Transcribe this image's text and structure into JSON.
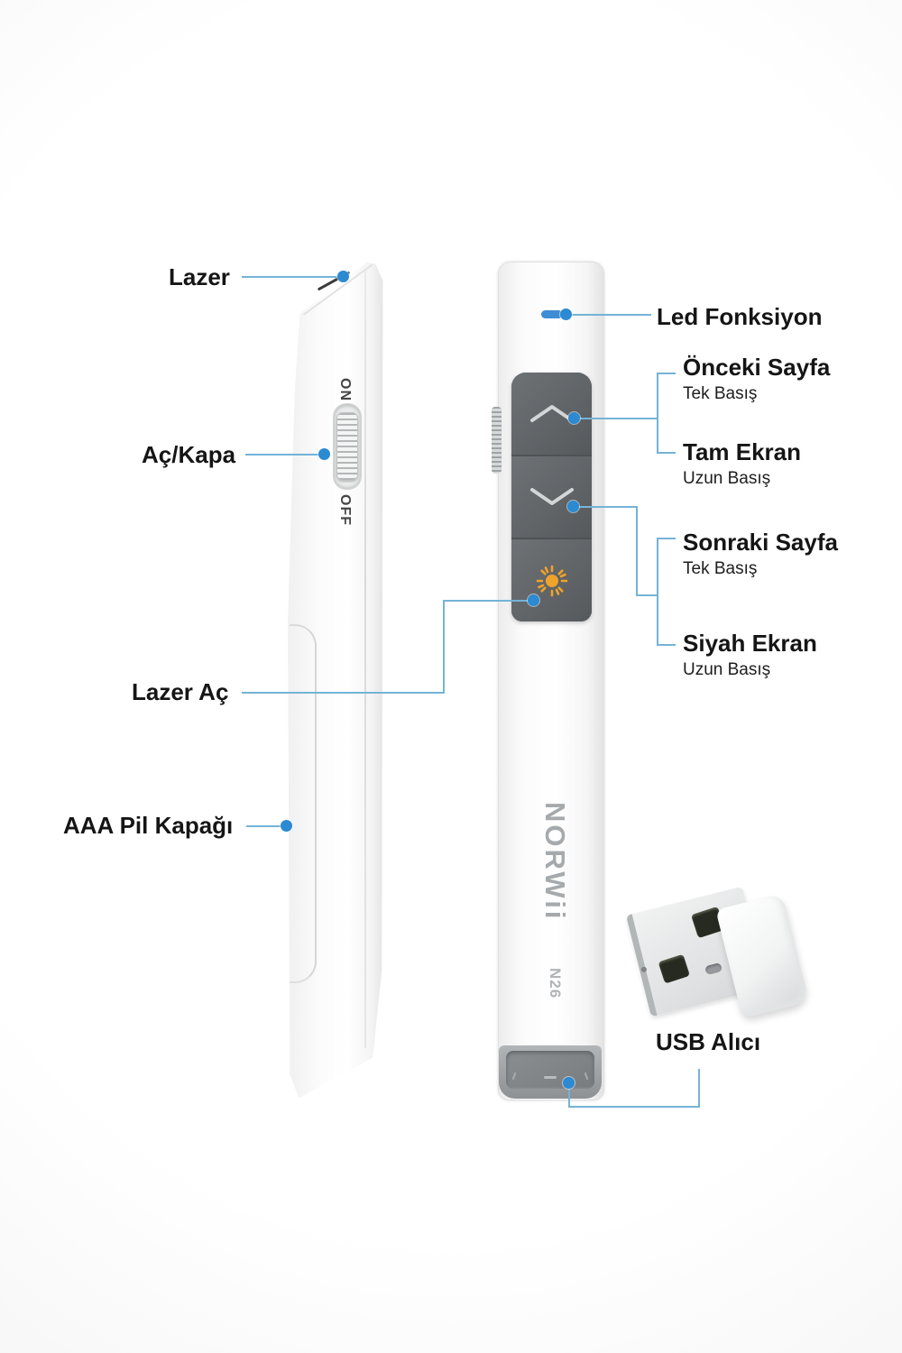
{
  "device": {
    "brand": "NORWii",
    "model": "N26",
    "switch_on_label": "ON",
    "switch_off_label": "OFF"
  },
  "callouts": {
    "laser": {
      "label": "Lazer"
    },
    "power": {
      "label": "Aç/Kapa"
    },
    "laser_button": {
      "label": "Lazer Aç"
    },
    "battery": {
      "label": "AAA Pil Kapağı"
    },
    "led": {
      "label": "Led Fonksiyon"
    },
    "previous_page": {
      "label": "Önceki Sayfa",
      "press": "Tek Basış"
    },
    "full_screen": {
      "label": "Tam Ekran",
      "press": "Uzun Basış"
    },
    "next_page": {
      "label": "Sonraki Sayfa",
      "press": "Tek Basış"
    },
    "black_screen": {
      "label": "Siyah Ekran",
      "press": "Uzun Basış"
    },
    "usb_receiver": {
      "label": "USB Alıcı"
    }
  },
  "colors": {
    "accent_dot": "#2b8ad2",
    "callout_line": "#74b3d8",
    "button_gray": "#5d6164",
    "laser_icon_orange": "#f0a32a",
    "led_blue": "#3d8ed4"
  }
}
